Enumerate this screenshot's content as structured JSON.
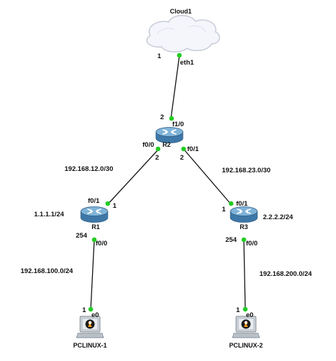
{
  "colors": {
    "link": "#111111",
    "port_dot": "#22cc22",
    "router_top": "#7fb3d8",
    "router_side": "#3e78a8",
    "cloud_fill": "#f4f6fb",
    "cloud_stroke": "#c8cbd8"
  },
  "nodes": {
    "cloud1": {
      "name": "Cloud1",
      "icon": "cloud-icon"
    },
    "r2": {
      "name": "R2",
      "icon": "router-icon"
    },
    "r1": {
      "name": "R1",
      "icon": "router-icon"
    },
    "r3": {
      "name": "R3",
      "icon": "router-icon"
    },
    "pc1": {
      "name": "PCLINUX-1",
      "icon": "linux-pc-icon"
    },
    "pc2": {
      "name": "PCLINUX-2",
      "icon": "linux-pc-icon"
    }
  },
  "links": [
    {
      "id": "cloud-r2",
      "from_port": "eth1",
      "from_host": "1",
      "to_port": "f1/0",
      "to_host": "2"
    },
    {
      "id": "r2-r1",
      "from_port": "f0/0",
      "from_host": "2",
      "to_port": "f0/1",
      "to_host": "1",
      "network": "192.168.12.0/30"
    },
    {
      "id": "r2-r3",
      "from_port": "f0/1",
      "from_host": "2",
      "to_port": "f0/1",
      "to_host": "1",
      "network": "192.168.23.0/30"
    },
    {
      "id": "r1-pc1",
      "from_port": "f0/0",
      "from_host": "254",
      "to_port": "e0",
      "to_host": "1",
      "network": "192.168.100.0/24"
    },
    {
      "id": "r3-pc2",
      "from_port": "f0/0",
      "from_host": "254",
      "to_port": "e0",
      "to_host": "1",
      "network": "192.168.200.0/24"
    }
  ],
  "loopbacks": {
    "r1": "1.1.1.1/24",
    "r3": "2.2.2.2/24"
  }
}
